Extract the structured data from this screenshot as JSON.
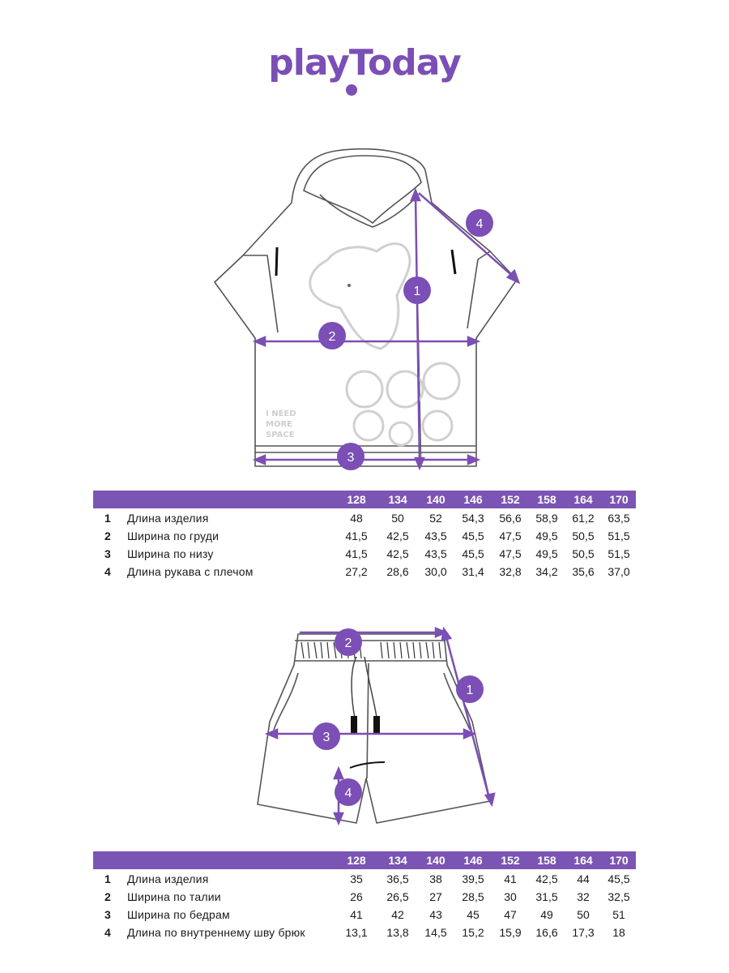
{
  "brand": {
    "logo_text": "playToday",
    "color": "#7b4fb5"
  },
  "accent_color": "#7b55b3",
  "shirt": {
    "print_text": [
      "I NEED",
      "MORE",
      "SPACE"
    ],
    "markers": [
      "1",
      "2",
      "3",
      "4"
    ],
    "table": {
      "sizes": [
        "128",
        "134",
        "140",
        "146",
        "152",
        "158",
        "164",
        "170"
      ],
      "rows": [
        {
          "num": "1",
          "label": "Длина изделия",
          "values": [
            "48",
            "50",
            "52",
            "54,3",
            "56,6",
            "58,9",
            "61,2",
            "63,5"
          ]
        },
        {
          "num": "2",
          "label": "Ширина по груди",
          "values": [
            "41,5",
            "42,5",
            "43,5",
            "45,5",
            "47,5",
            "49,5",
            "50,5",
            "51,5"
          ]
        },
        {
          "num": "3",
          "label": "Ширина по низу",
          "values": [
            "41,5",
            "42,5",
            "43,5",
            "45,5",
            "47,5",
            "49,5",
            "50,5",
            "51,5"
          ]
        },
        {
          "num": "4",
          "label": "Длина рукава с плечом",
          "values": [
            "27,2",
            "28,6",
            "30,0",
            "31,4",
            "32,8",
            "34,2",
            "35,6",
            "37,0"
          ]
        }
      ]
    }
  },
  "shorts": {
    "markers": [
      "1",
      "2",
      "3",
      "4"
    ],
    "table": {
      "sizes": [
        "128",
        "134",
        "140",
        "146",
        "152",
        "158",
        "164",
        "170"
      ],
      "rows": [
        {
          "num": "1",
          "label": "Длина изделия",
          "values": [
            "35",
            "36,5",
            "38",
            "39,5",
            "41",
            "42,5",
            "44",
            "45,5"
          ]
        },
        {
          "num": "2",
          "label": "Ширина по талии",
          "values": [
            "26",
            "26,5",
            "27",
            "28,5",
            "30",
            "31,5",
            "32",
            "32,5"
          ]
        },
        {
          "num": "3",
          "label": "Ширина по бедрам",
          "values": [
            "41",
            "42",
            "43",
            "45",
            "47",
            "49",
            "50",
            "51"
          ]
        },
        {
          "num": "4",
          "label": "Длина по внутреннему шву брюк",
          "values": [
            "13,1",
            "13,8",
            "14,5",
            "15,2",
            "15,9",
            "16,6",
            "17,3",
            "18"
          ]
        }
      ]
    }
  }
}
